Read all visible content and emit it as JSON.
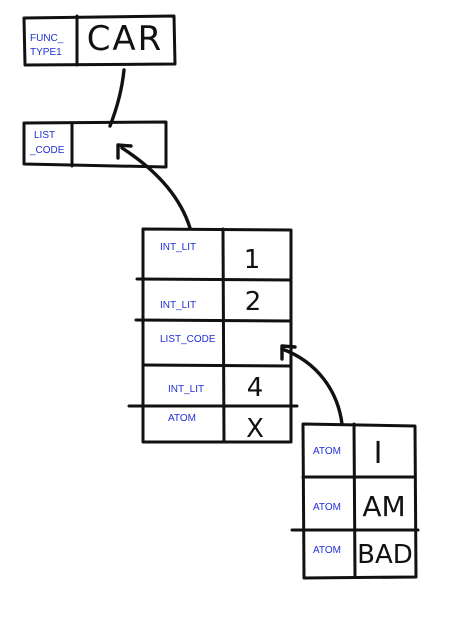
{
  "func_node": {
    "tag_line1": "FUNC_",
    "tag_line2": "TYPE1",
    "value": "CAR"
  },
  "list_node": {
    "tag_line1": "LIST",
    "tag_line2": "_CODE",
    "value": ""
  },
  "list1": [
    {
      "tag": "INT_LIT",
      "value": "1"
    },
    {
      "tag": "INT_LIT",
      "value": "2"
    },
    {
      "tag": "LIST_CODE",
      "value": ""
    },
    {
      "tag": "INT_LIT",
      "value": "4"
    },
    {
      "tag": "ATOM",
      "value": "X"
    }
  ],
  "list2": [
    {
      "tag": "ATOM",
      "value": "I"
    },
    {
      "tag": "ATOM",
      "value": "AM"
    },
    {
      "tag": "ATOM",
      "value": "BAD"
    }
  ]
}
